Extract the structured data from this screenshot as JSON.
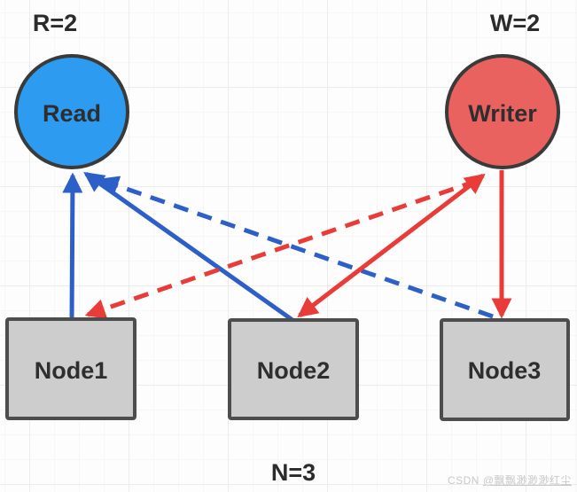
{
  "labels": {
    "read_quorum": "R=2",
    "write_quorum": "W=2",
    "total_nodes": "N=3"
  },
  "nodes": {
    "read": {
      "label": "Read",
      "shape": "circle",
      "fill": "#2D9BF0"
    },
    "writer": {
      "label": "Writer",
      "shape": "circle",
      "fill": "#EA625F"
    },
    "node1": {
      "label": "Node1",
      "shape": "rect",
      "fill": "#CDCDCD"
    },
    "node2": {
      "label": "Node2",
      "shape": "rect",
      "fill": "#CDCDCD"
    },
    "node3": {
      "label": "Node3",
      "shape": "rect",
      "fill": "#CDCDCD"
    }
  },
  "edges": [
    {
      "from": "Node1",
      "to": "Read",
      "style": "solid",
      "color": "blue"
    },
    {
      "from": "Node2",
      "to": "Read",
      "style": "solid",
      "color": "blue"
    },
    {
      "from": "Node3",
      "to": "Read",
      "style": "dashed",
      "color": "blue"
    },
    {
      "from": "Writer",
      "to": "Node2",
      "style": "solid",
      "color": "red",
      "arrow_both_ends": true
    },
    {
      "from": "Writer",
      "to": "Node3",
      "style": "solid",
      "color": "red"
    },
    {
      "from": "Writer",
      "to": "Node1",
      "style": "dashed",
      "color": "red"
    }
  ],
  "colors": {
    "edge_blue": "#2D5FC9",
    "edge_red": "#E93C38",
    "circle_border": "#3A3A3A",
    "node_border": "#4D4D4D",
    "label_text": "#2E2E2E",
    "watermark_text": "#C9C9C9"
  },
  "watermark": {
    "site": "CSDN",
    "user": "@飘飘渺渺渺红尘"
  }
}
